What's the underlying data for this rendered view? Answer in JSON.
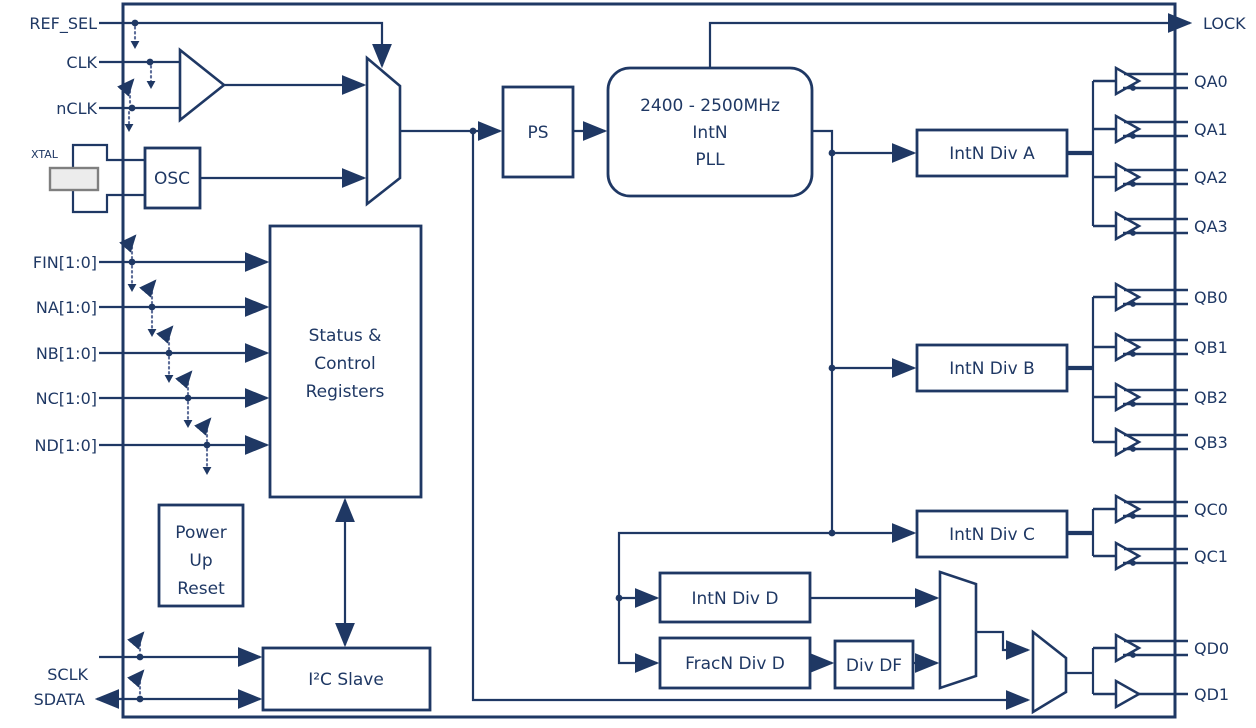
{
  "colors": {
    "line": "#1f3864",
    "background": "#ffffff",
    "crystal_stroke": "#7f7f7f",
    "crystal_fill": "#ececec"
  },
  "ports": {
    "ref_sel": "REF_SEL",
    "clk": "CLK",
    "nclk": "nCLK",
    "xtal": "XTAL",
    "fin": "FIN[1:0]",
    "na": "NA[1:0]",
    "nb": "NB[1:0]",
    "nc": "NC[1:0]",
    "nd": "ND[1:0]",
    "sclk": "SCLK",
    "sdata": "SDATA",
    "lock": "LOCK",
    "qa0": "QA0",
    "qa1": "QA1",
    "qa2": "QA2",
    "qa3": "QA3",
    "qb0": "QB0",
    "qb1": "QB1",
    "qb2": "QB2",
    "qb3": "QB3",
    "qc0": "QC0",
    "qc1": "QC1",
    "qd0": "QD0",
    "qd1": "QD1"
  },
  "blocks": {
    "osc": "OSC",
    "ps": "PS",
    "pll": {
      "line1": "2400 - 2500MHz",
      "line2": "IntN",
      "line3": "PLL"
    },
    "registers": {
      "line1": "Status &",
      "line2": "Control",
      "line3": "Registers"
    },
    "por": {
      "line1": "Power",
      "line2": "Up",
      "line3": "Reset"
    },
    "i2c": "I²C Slave",
    "div_a": "IntN Div A",
    "div_b": "IntN Div B",
    "div_c": "IntN Div C",
    "div_d": "IntN Div D",
    "fracn_d": "FracN Div D",
    "div_df": "Div DF"
  }
}
